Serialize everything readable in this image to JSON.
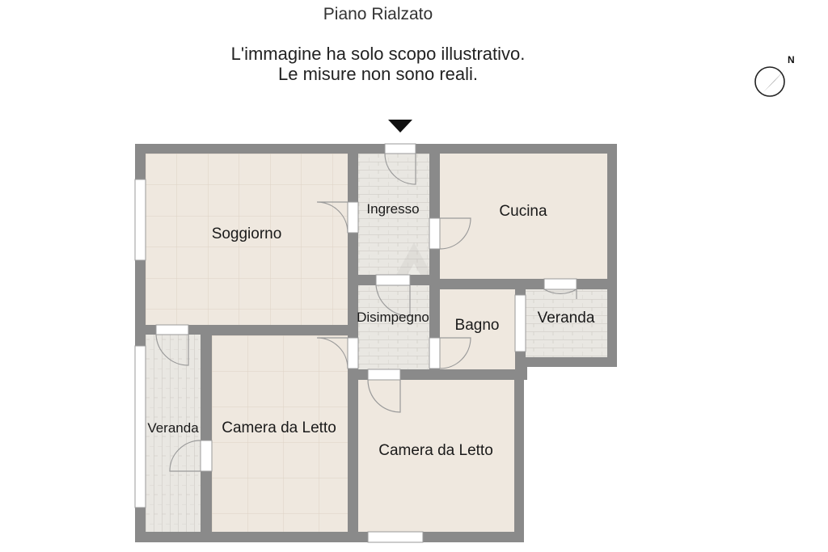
{
  "plan": {
    "title": "Piano Rialzato",
    "disclaimer_line1": "L'immagine ha solo scopo illustrativo.",
    "disclaimer_line2": "Le misure non sono reali.",
    "compass_label": "N"
  },
  "rooms": [
    {
      "id": "soggiorno",
      "label": "Soggiorno"
    },
    {
      "id": "ingresso",
      "label": "Ingresso"
    },
    {
      "id": "cucina",
      "label": "Cucina"
    },
    {
      "id": "disimpegno",
      "label": "Disimpegno"
    },
    {
      "id": "bagno",
      "label": "Bagno"
    },
    {
      "id": "veranda-right",
      "label": "Veranda"
    },
    {
      "id": "veranda-left",
      "label": "Veranda"
    },
    {
      "id": "camera-left",
      "label": "Camera da Letto"
    },
    {
      "id": "camera-right",
      "label": "Camera da Letto"
    }
  ],
  "colors": {
    "wall": "#8a8a8a",
    "floor": "#efe8df",
    "tile_grid": "#ddd2c4",
    "plank": "#e9e7e2",
    "plank_line": "#c9c6c0"
  }
}
